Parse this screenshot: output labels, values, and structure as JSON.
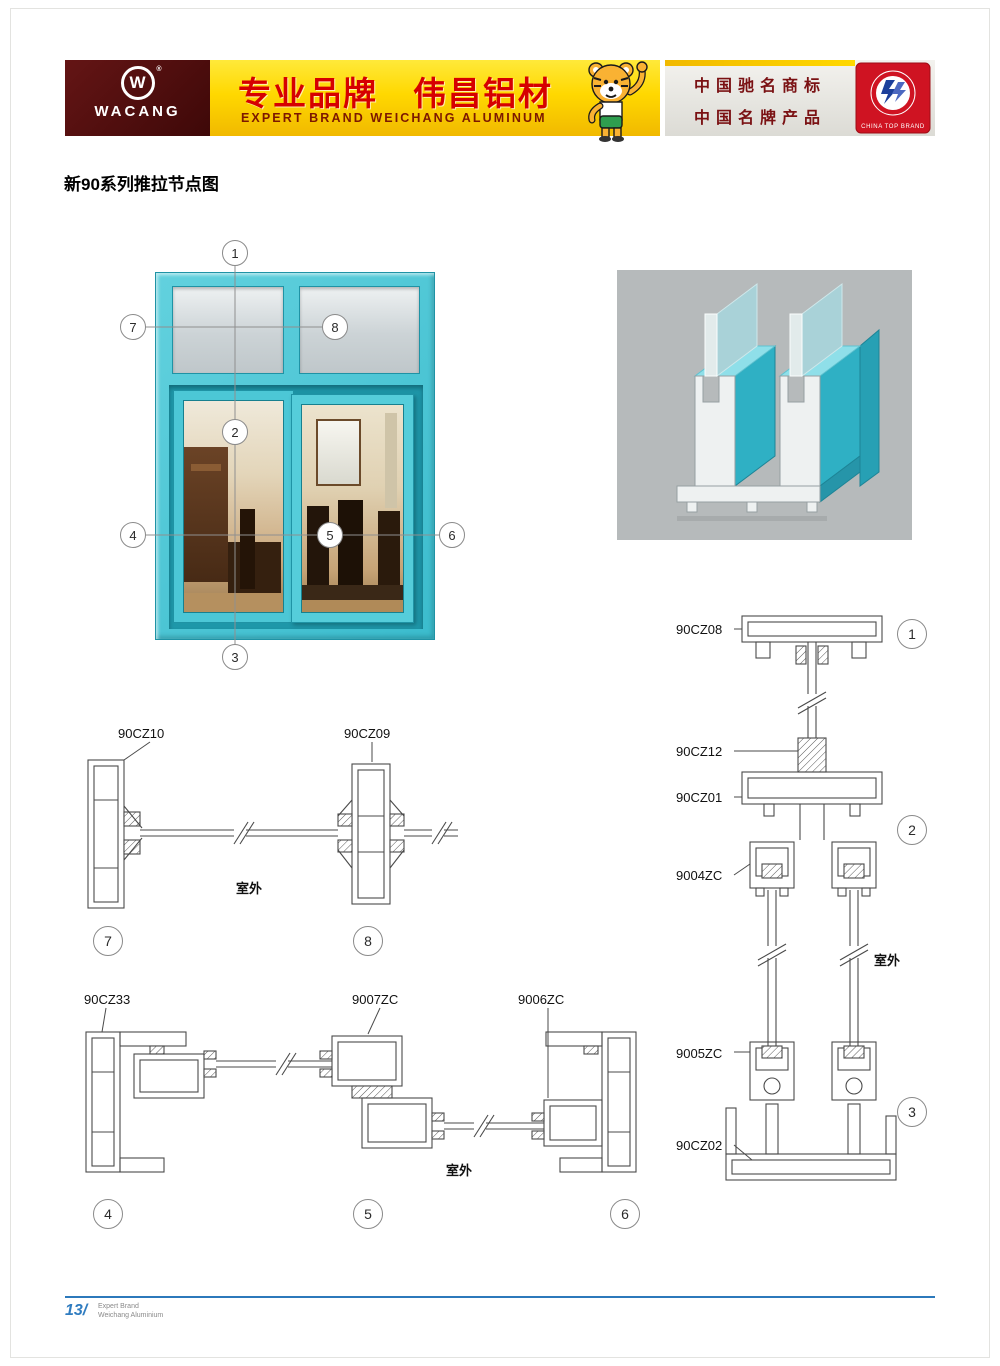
{
  "header": {
    "brand": "WACANG",
    "logo_letter": "W",
    "registered_mark": "®",
    "banner_title": "专业品牌　伟昌铝材",
    "banner_subtitle": "EXPERT BRAND WEICHANG ALUMINUM",
    "right_line1": "中国驰名商标",
    "right_line2": "中国名牌产品",
    "badge_text": "CHINA TOP BRAND"
  },
  "page_title": "新90系列推拉节点图",
  "labels": {
    "outdoor": "室外",
    "cz10": "90CZ10",
    "cz09": "90CZ09",
    "cz33": "90CZ33",
    "zc9007": "9007ZC",
    "zc9006": "9006ZC",
    "cz08": "90CZ08",
    "cz12": "90CZ12",
    "cz01": "90CZ01",
    "zc9004": "9004ZC",
    "zc9005": "9005ZC",
    "cz02": "90CZ02"
  },
  "callouts": {
    "n1": "1",
    "n2": "2",
    "n3": "3",
    "n4": "4",
    "n5": "5",
    "n6": "6",
    "n7": "7",
    "n8": "8"
  },
  "footer": {
    "page_number": "13/",
    "line1": "Expert Brand",
    "line2": "Weichang Aluminium"
  },
  "colors": {
    "teal": "#3fc0d2",
    "maroon": "#4d0d0e",
    "banner_yellow": "#ffd800",
    "banner_red": "#d60000",
    "badge_red": "#cf1322",
    "footer_blue": "#2c79bb"
  }
}
